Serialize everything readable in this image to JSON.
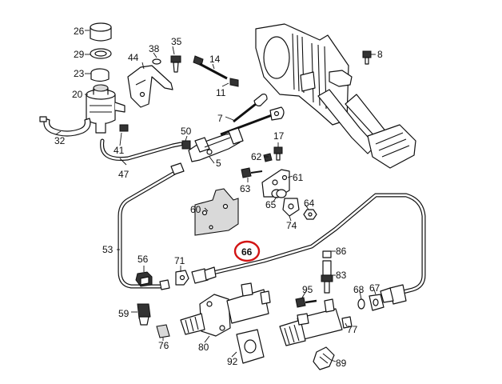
{
  "diagram": {
    "labels": [
      "26",
      "29",
      "23",
      "20",
      "32",
      "38",
      "44",
      "35",
      "14",
      "11",
      "8",
      "7",
      "50",
      "41",
      "17",
      "47",
      "5",
      "62",
      "61",
      "63",
      "60",
      "65",
      "64",
      "74",
      "53",
      "66",
      "86",
      "56",
      "71",
      "83",
      "95",
      "68",
      "67",
      "59",
      "76",
      "80",
      "92",
      "77",
      "89"
    ],
    "highlighted_label": "66",
    "highlight_color": "#d21414"
  }
}
